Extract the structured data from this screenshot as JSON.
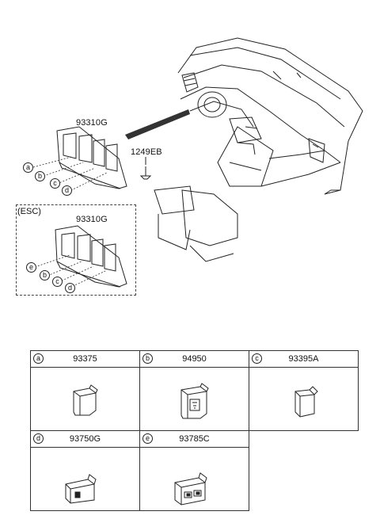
{
  "labels": {
    "bracket_top": "93310G",
    "bracket_esc": "93310G",
    "screw": "1249EB",
    "esc": "(ESC)"
  },
  "callouts_top": [
    "a",
    "b",
    "c",
    "d"
  ],
  "callouts_esc": [
    "e",
    "b",
    "c",
    "d"
  ],
  "parts": [
    {
      "letter": "a",
      "number": "93375",
      "icon": "switch-blank-icon"
    },
    {
      "letter": "b",
      "number": "94950",
      "icon": "switch-heated-seat-icon"
    },
    {
      "letter": "c",
      "number": "93395A",
      "icon": "switch-side-icon"
    },
    {
      "letter": "d",
      "number": "93750G",
      "icon": "switch-fuel-door-icon"
    },
    {
      "letter": "e",
      "number": "93785C",
      "icon": "switch-esc-off-icon"
    }
  ]
}
